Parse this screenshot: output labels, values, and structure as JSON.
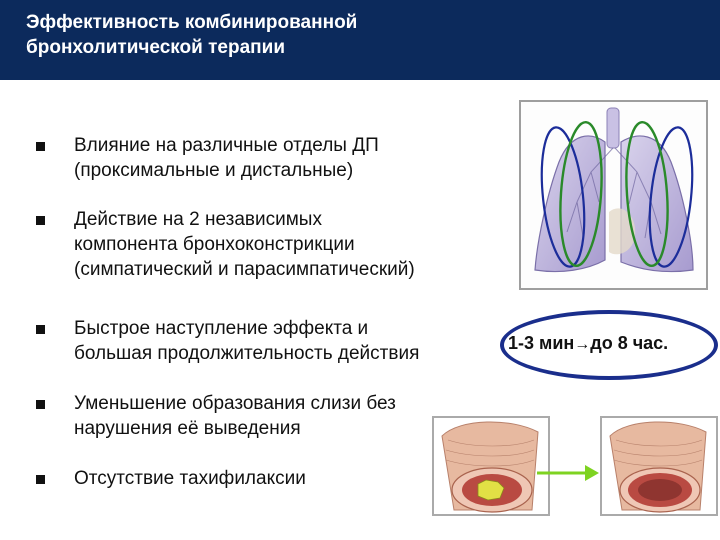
{
  "title": {
    "line1": "Эффективность комбинированной",
    "line2": "бронхолитической терапии"
  },
  "bullets": [
    {
      "lines": [
        "Влияние на различные отделы ДП",
        "(проксимальные и дистальные)"
      ]
    },
    {
      "lines": [
        "Действие на 2 независимых",
        "компонента бронхоконстрикции",
        "(симпатический и парасимпатический)"
      ]
    },
    {
      "lines": [
        "Быстрое наступление эффекта и",
        "большая продолжительность действия"
      ]
    },
    {
      "lines": [
        "Уменьшение образования слизи без",
        "нарушения её выведения"
      ]
    },
    {
      "lines": [
        "Отсутствие тахифилаксии"
      ]
    }
  ],
  "onset": {
    "start": "1-3 мин",
    "end": "до 8 час."
  },
  "colors": {
    "title_bg": "#0c2a5c",
    "oval": "#1a2e8c",
    "green_outline": "#2a8a2a",
    "blue_outline": "#1c2d9a",
    "arrow": "#7ed321"
  }
}
